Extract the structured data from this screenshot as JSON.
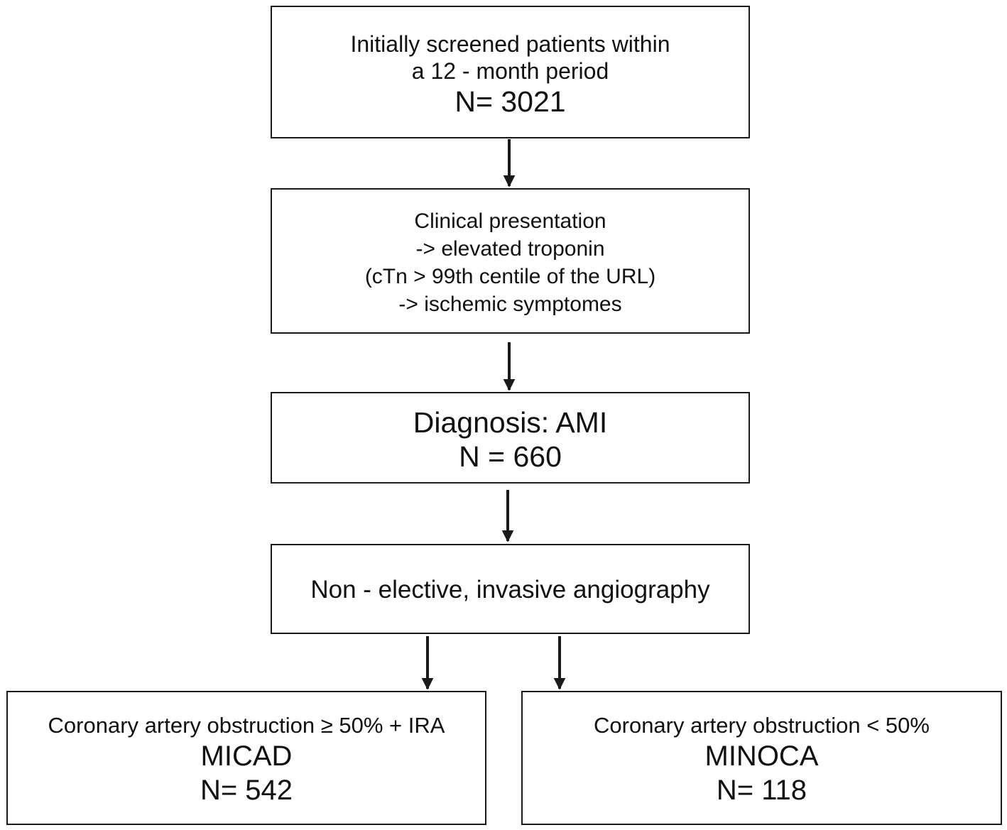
{
  "flowchart": {
    "nodes": [
      {
        "id": "screened",
        "lines": [
          "Initially screened patients within",
          "a 12 - month period"
        ],
        "count": "N= 3021"
      },
      {
        "id": "clinical",
        "lines": [
          "Clinical presentation",
          "-> elevated troponin",
          "(cTn > 99th centile of the URL)",
          "-> ischemic symptomes"
        ]
      },
      {
        "id": "diagnosis",
        "lines": [
          "Diagnosis: AMI"
        ],
        "count": "N = 660"
      },
      {
        "id": "angiography",
        "lines": [
          "Non - elective, invasive angiography"
        ]
      },
      {
        "id": "micad",
        "lines": [
          "Coronary artery obstruction ≥ 50%  + IRA"
        ],
        "label": "MICAD",
        "count": "N= 542"
      },
      {
        "id": "minoca",
        "lines": [
          "Coronary artery obstruction < 50%"
        ],
        "label": "MINOCA",
        "count": "N= 118"
      }
    ],
    "edges": [
      {
        "from": "screened",
        "to": "clinical"
      },
      {
        "from": "clinical",
        "to": "diagnosis"
      },
      {
        "from": "diagnosis",
        "to": "angiography"
      },
      {
        "from": "angiography",
        "to": "micad"
      },
      {
        "from": "angiography",
        "to": "minoca"
      }
    ]
  },
  "colors": {
    "border": "#1a1a1a",
    "text": "#111111",
    "background": "#ffffff"
  }
}
